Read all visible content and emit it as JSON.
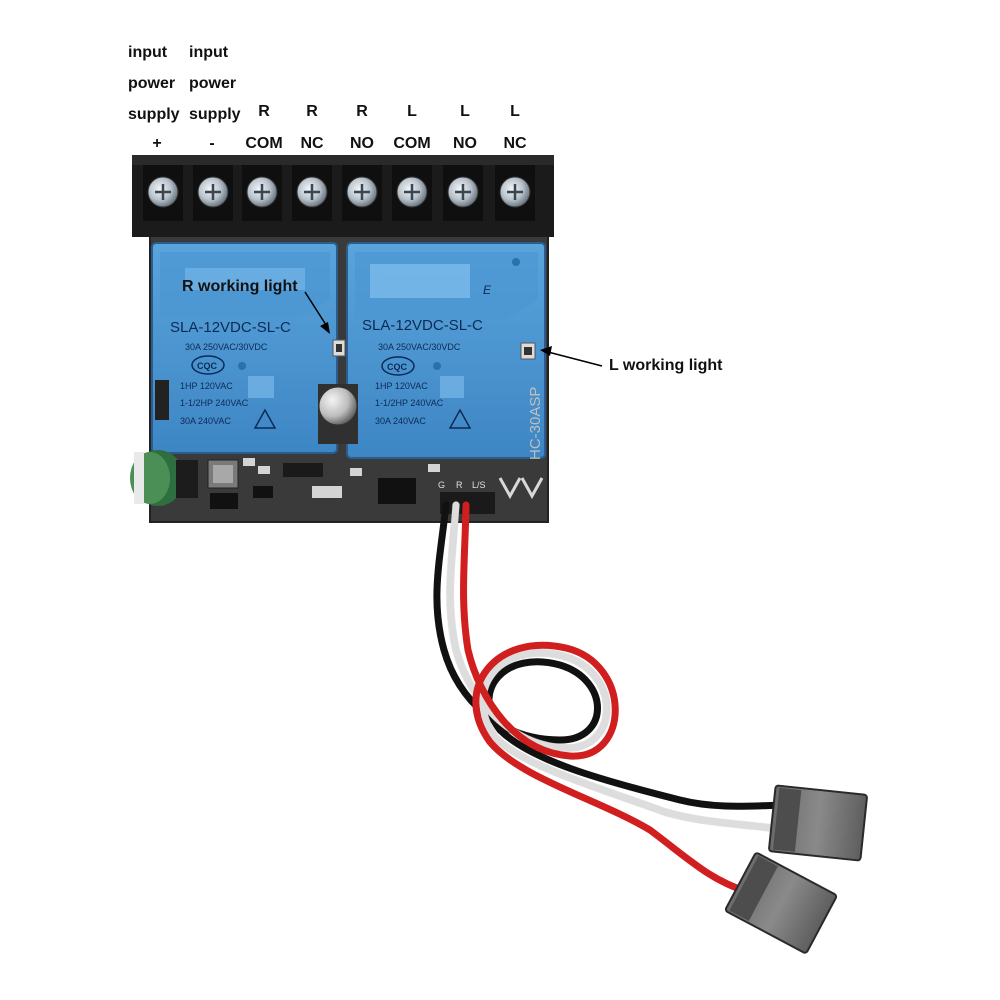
{
  "terminal_labels": [
    {
      "lines": [
        "input",
        "power",
        "supply",
        "+"
      ]
    },
    {
      "lines": [
        "input",
        "power",
        "supply",
        "-"
      ]
    },
    {
      "lines": [
        "R",
        "COM"
      ]
    },
    {
      "lines": [
        "R",
        "NC"
      ]
    },
    {
      "lines": [
        "R",
        "NO"
      ]
    },
    {
      "lines": [
        "L",
        "COM"
      ]
    },
    {
      "lines": [
        "L",
        "NO"
      ]
    },
    {
      "lines": [
        "L",
        "NC"
      ]
    }
  ],
  "callouts": {
    "r_working_light": "R working light",
    "l_working_light": "L working light"
  },
  "relay_left": {
    "model": "SLA-12VDC-SL-C",
    "rating_1": "30A  250VAC/30VDC",
    "cert": "CQC",
    "spec_1": "1HP 120VAC",
    "spec_2": "1-1/2HP 240VAC",
    "spec_3": "30A 240VAC"
  },
  "relay_right": {
    "model": "SLA-12VDC-SL-C",
    "rating_1": "30A  250VAC/30VDC",
    "cert": "CQC",
    "spec_1": "1HP 120VAC",
    "spec_2": "1-1/2HP 240VAC",
    "spec_3": "30A 240VAC",
    "mark": "E"
  },
  "board": {
    "model": "HC-30ASP",
    "pin_labels": [
      "G",
      "R",
      "L/S"
    ]
  }
}
